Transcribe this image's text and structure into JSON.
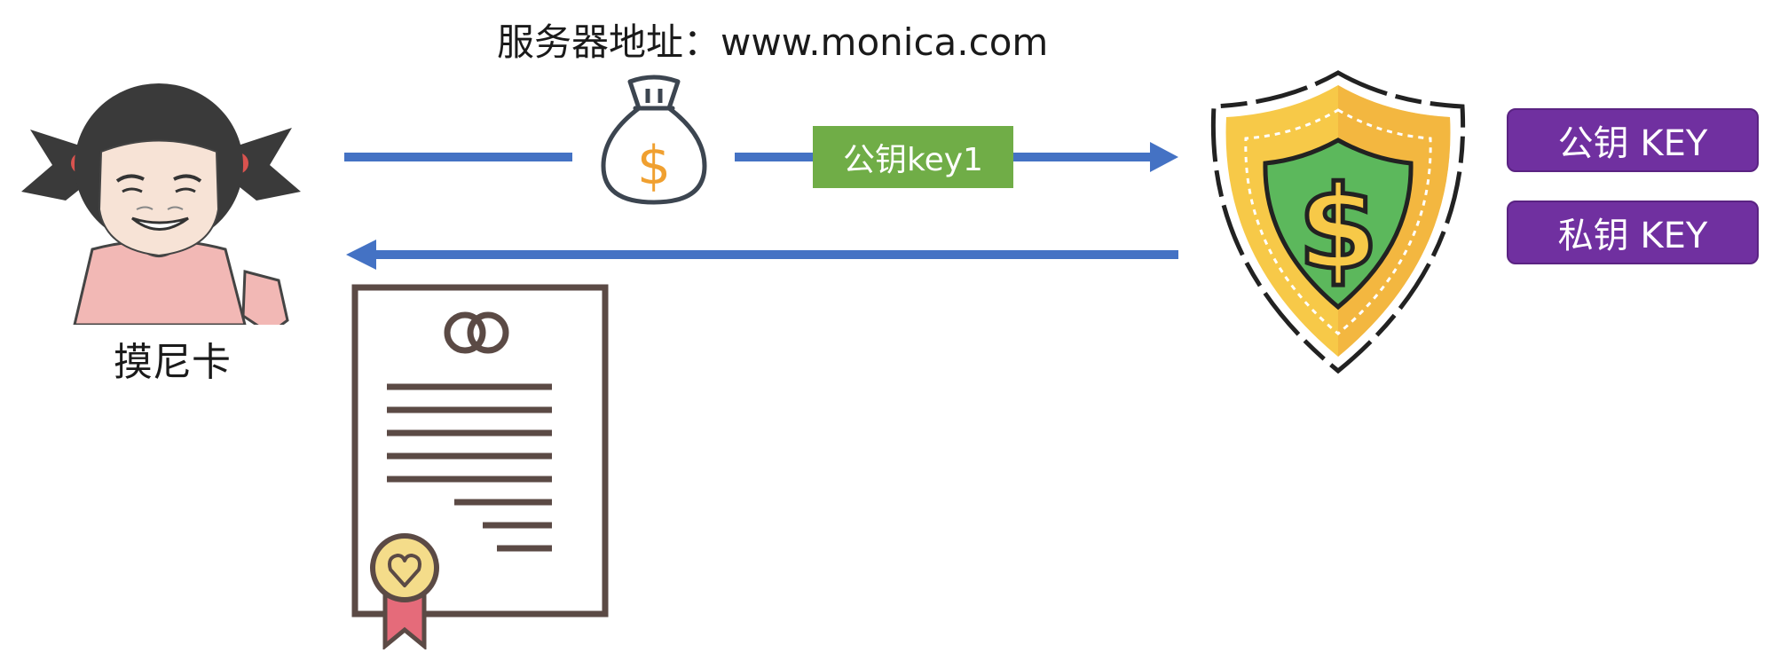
{
  "server_address": "服务器地址：www.monica.com",
  "user": {
    "name": "摸尼卡"
  },
  "transfer": {
    "label": "公钥key1"
  },
  "server_keys": {
    "public": "公钥 KEY",
    "private": "私钥 KEY"
  },
  "colors": {
    "arrow": "#4472c4",
    "label_bg": "#70ad47",
    "badge_bg": "#7030a0",
    "icon_stroke": "#3c4550",
    "certificate": "#5b4a45",
    "shield_outer": "#f7c948",
    "shield_inner": "#5cb85c"
  },
  "icons": [
    "girl-avatar-icon",
    "money-bag-icon",
    "shield-dollar-icon",
    "certificate-icon"
  ]
}
